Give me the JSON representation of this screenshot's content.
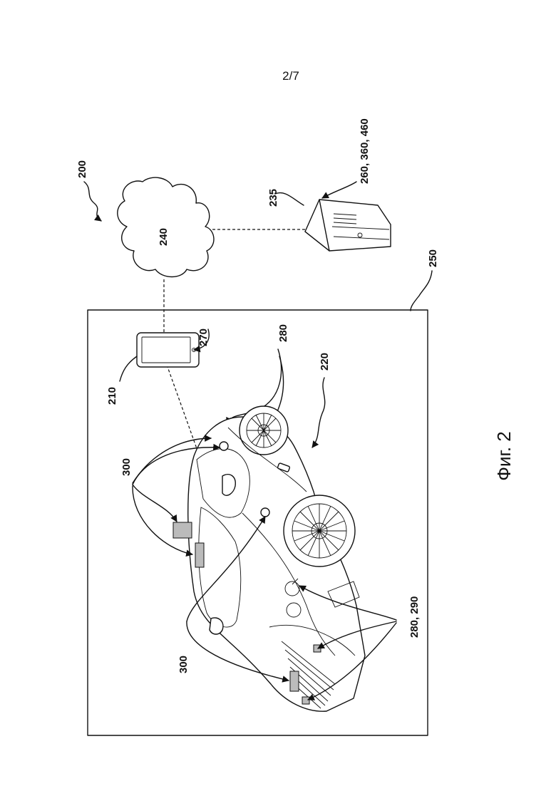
{
  "page_number": "2/7",
  "figure_caption": "Фиг. 2",
  "labels": {
    "system": "200",
    "server_functions": "260, 360, 460",
    "server": "235",
    "network": "240",
    "boundary": "250",
    "wireless_link": "270",
    "vehicle_sensor": "280",
    "vehicle": "220",
    "mobile_device": "210",
    "interface_top": "300",
    "interface_bottom": "300",
    "front_sensors": "280, 290"
  }
}
